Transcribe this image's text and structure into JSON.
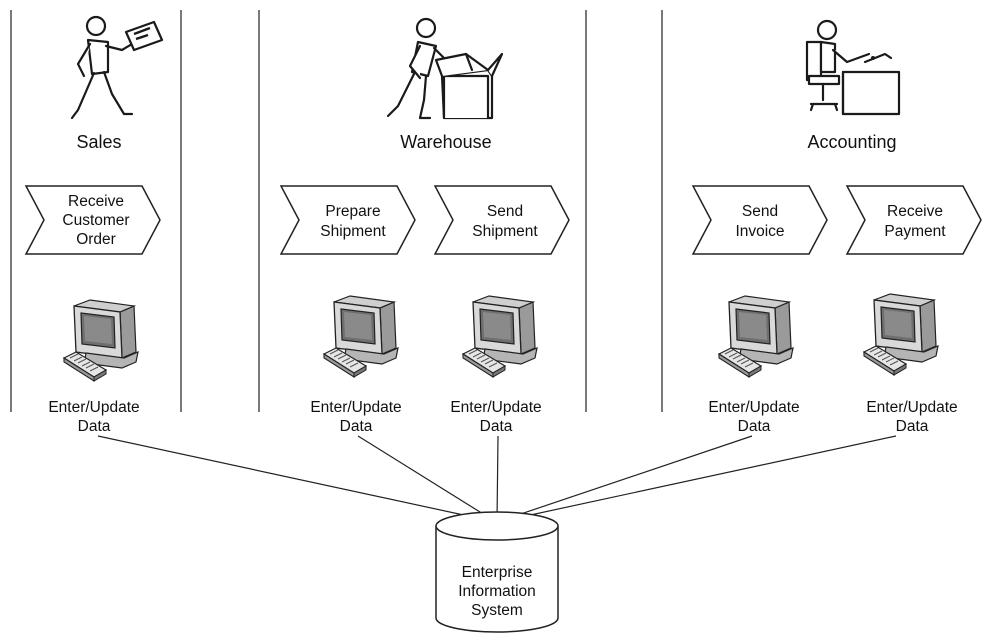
{
  "departments": {
    "sales": {
      "name": "Sales",
      "icon": "salesperson-icon"
    },
    "warehouse": {
      "name": "Warehouse",
      "icon": "worker-packing-box-icon"
    },
    "accounting": {
      "name": "Accounting",
      "icon": "accountant-at-desk-icon"
    }
  },
  "steps": [
    {
      "line1": "Receive",
      "line2": "Customer",
      "line3": "Order"
    },
    {
      "line1": "Prepare",
      "line2": "Shipment"
    },
    {
      "line1": "Send",
      "line2": "Shipment"
    },
    {
      "line1": "Send",
      "line2": "Invoice"
    },
    {
      "line1": "Receive",
      "line2": "Payment"
    }
  ],
  "workstations": [
    {
      "line1": "Enter/Update",
      "line2": "Data",
      "icon": "computer-icon"
    },
    {
      "line1": "Enter/Update",
      "line2": "Data",
      "icon": "computer-icon"
    },
    {
      "line1": "Enter/Update",
      "line2": "Data",
      "icon": "computer-icon"
    },
    {
      "line1": "Enter/Update",
      "line2": "Data",
      "icon": "computer-icon"
    },
    {
      "line1": "Enter/Update",
      "line2": "Data",
      "icon": "computer-icon"
    }
  ],
  "database": {
    "line1": "Enterprise",
    "line2": "Information",
    "line3": "System",
    "icon": "database-cylinder-icon"
  }
}
